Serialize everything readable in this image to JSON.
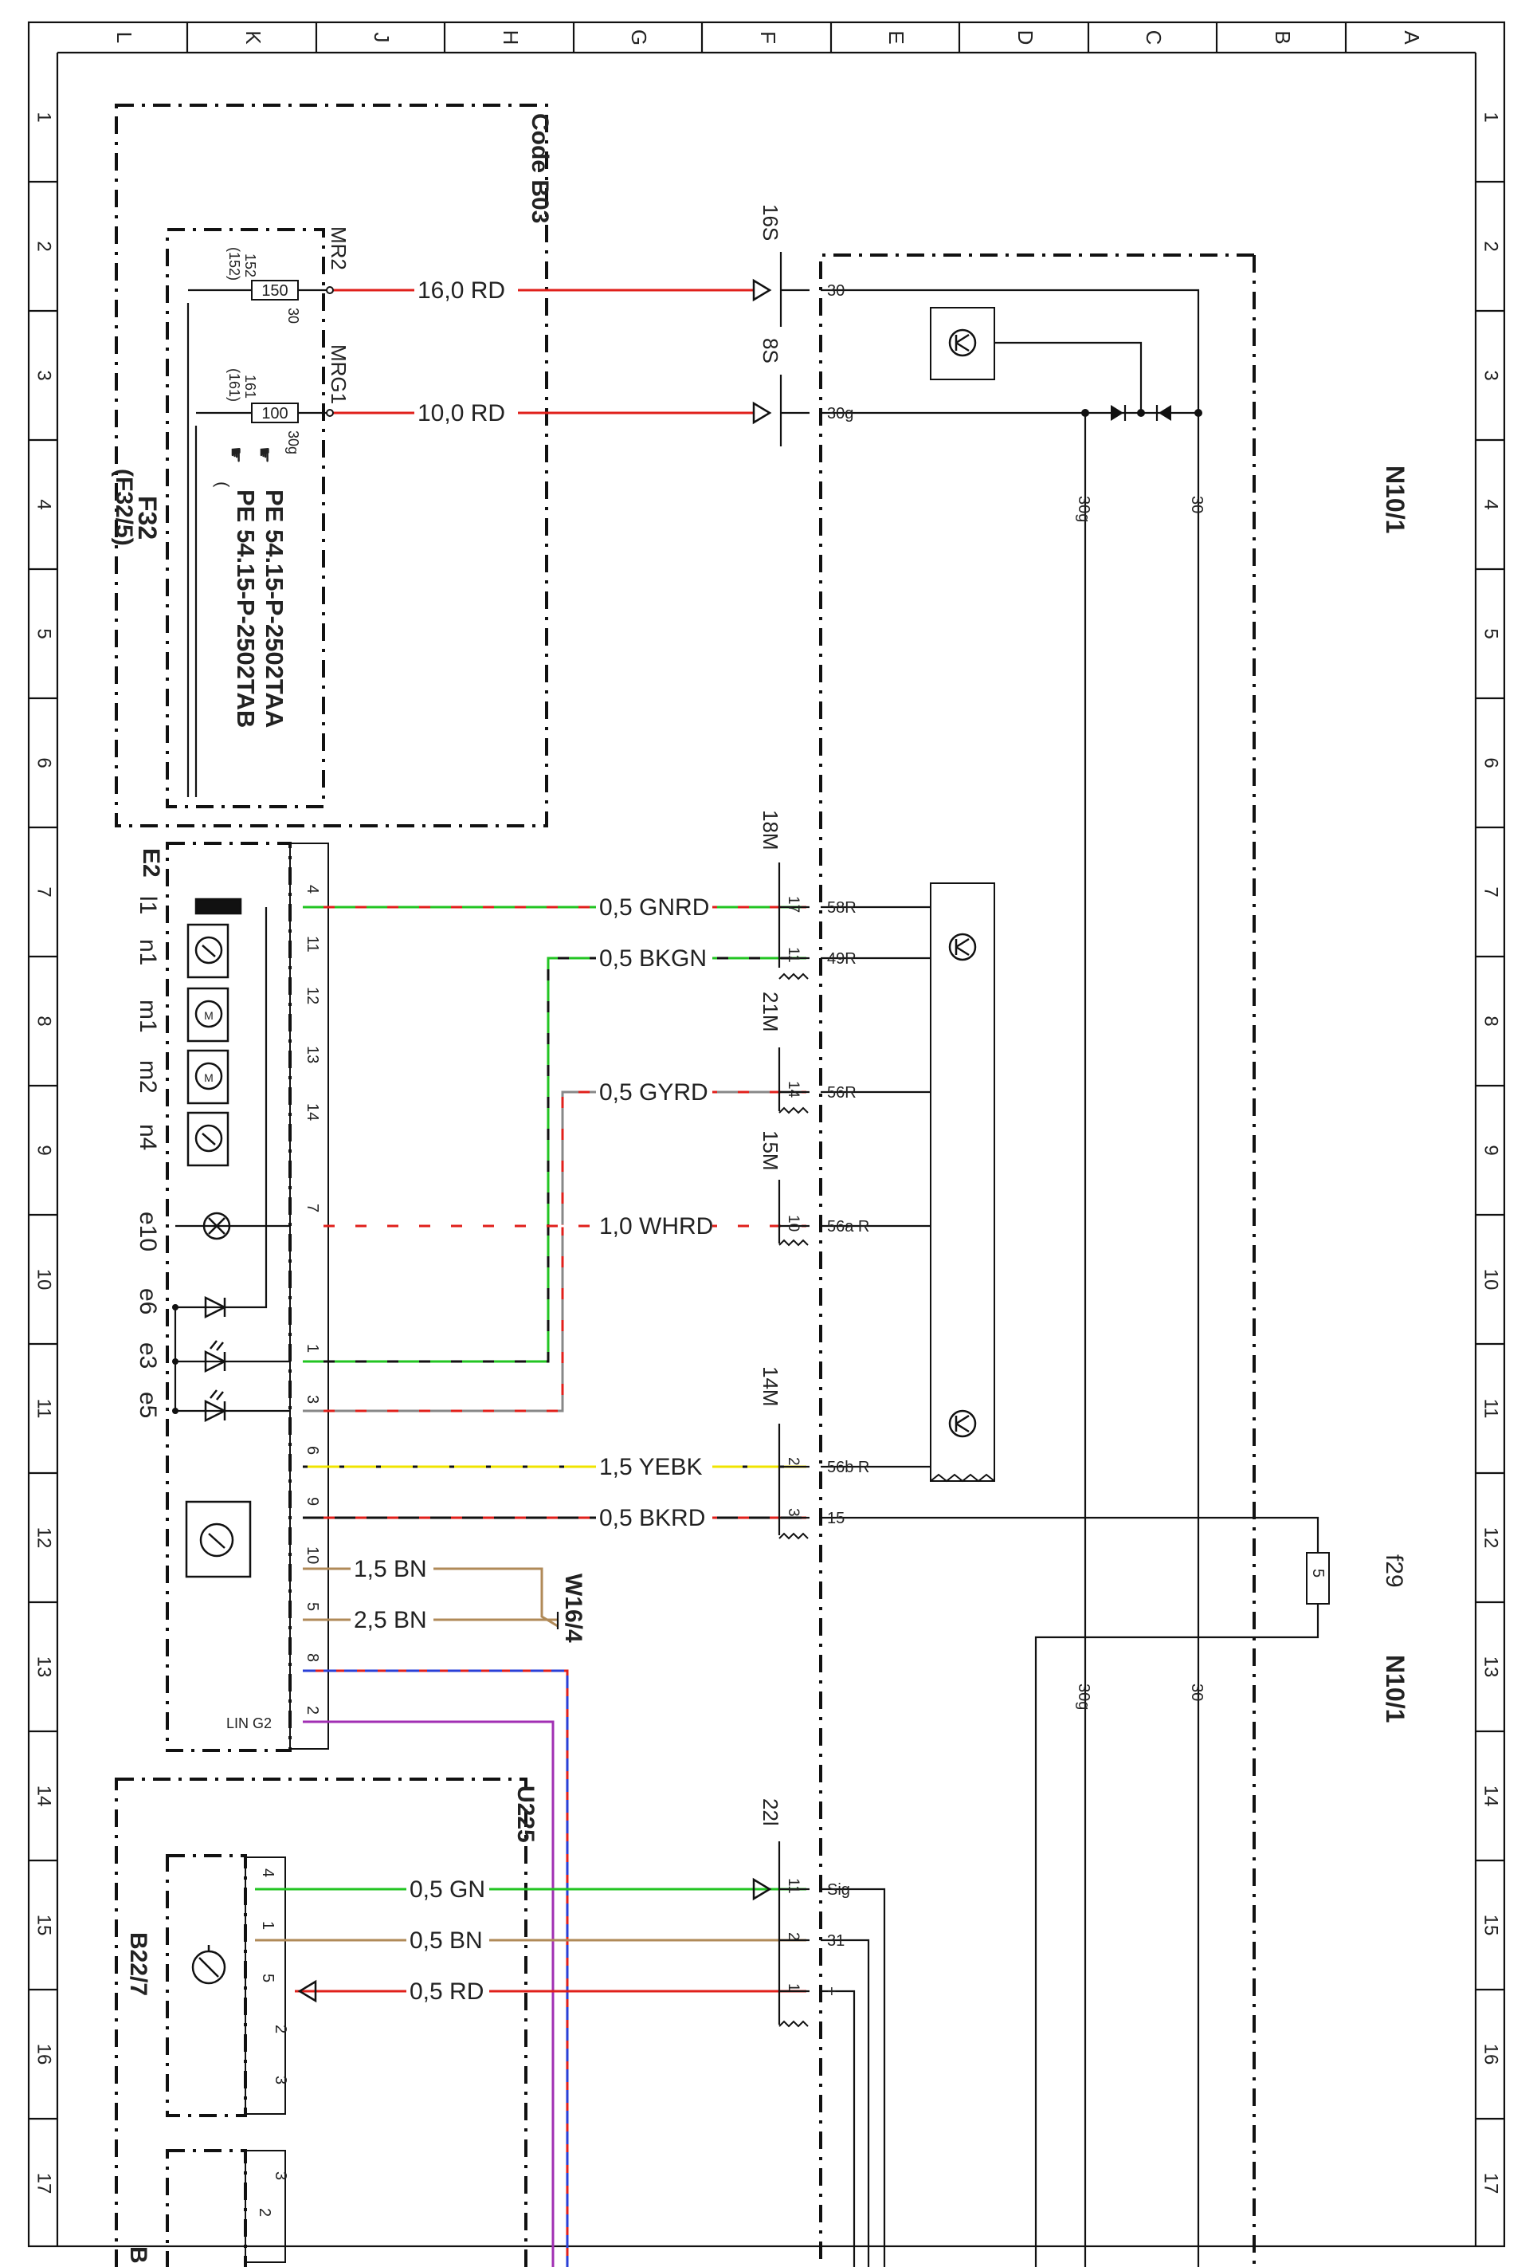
{
  "sheet": {
    "cols_top": [
      "L",
      "K",
      "J",
      "H",
      "G",
      "F",
      "E",
      "D",
      "C",
      "B",
      "A"
    ],
    "rows": [
      "1",
      "2",
      "3",
      "4",
      "5",
      "6",
      "7",
      "8",
      "9",
      "10",
      "11",
      "12",
      "13",
      "14",
      "15",
      "16",
      "17"
    ]
  },
  "labels": {
    "code_b03": "Code B03",
    "f32": "F32",
    "f32_sub": "(F32/5)",
    "pe1": "PE 54.15-P-2502TAA",
    "pe2": "PE 54.15-P-2502TAB",
    "mr2": "MR2",
    "mrg1": "MRG1",
    "e2": "E2",
    "u225": "U225",
    "b22_7": "B22/7",
    "b_partial": "B",
    "w16_4": "W16/4",
    "n10_1_top": "N10/1",
    "n10_1_bot": "N10/1",
    "f29": "f29"
  },
  "fuses": {
    "f150": {
      "value": "150",
      "pin_a": "152",
      "pin_b": "(152)",
      "term": "30"
    },
    "f100": {
      "value": "100",
      "pin_a": "161",
      "pin_b": "(161)",
      "term": "30g"
    },
    "f5": {
      "value": "5"
    }
  },
  "e2_labels": {
    "l1": "l1",
    "n1": "n1",
    "m1": "m1",
    "m2": "m2",
    "n4": "n4",
    "e10": "e10",
    "e6": "e6",
    "e3": "e3",
    "e5": "e5",
    "lin": "LIN G2"
  },
  "e2_pins": {
    "p4": "4",
    "p11": "11",
    "p12": "12",
    "p13": "13",
    "p14": "14",
    "p7": "7",
    "p1": "1",
    "p3": "3",
    "p6": "6",
    "p9": "9",
    "p10": "10",
    "p5": "5",
    "p8": "8",
    "p2": "2"
  },
  "b22_pins": {
    "p4": "4",
    "p1": "1",
    "p5": "5",
    "p2": "2",
    "p3": "3",
    "q3": "3",
    "q2": "2"
  },
  "connectors": {
    "c16s": "16S",
    "c8s": "8S",
    "c18m": "18M",
    "c21m": "21M",
    "c15m": "15M",
    "c14m": "14M",
    "c22l": "22l"
  },
  "conn_pins": {
    "p17": "17",
    "p11a": "11",
    "p14": "14",
    "p10": "10",
    "p2a": "2",
    "p3": "3",
    "p11b": "11",
    "p2b": "2",
    "p1": "1"
  },
  "wires": {
    "w1": "16,0 RD",
    "w2": "10,0 RD",
    "w3": "0,5 GNRD",
    "w4": "0,5 BKGN",
    "w5": "0,5 GYRD",
    "w6": "1,0 WHRD",
    "w7": "1,5 YEBK",
    "w8": "0,5 BKRD",
    "w9": "1,5 BN",
    "w10": "2,5 BN",
    "w11": "0,5 GN",
    "w12": "0,5 BN",
    "w13": "0,5 RD"
  },
  "n10_terms": {
    "t30": "30",
    "t30g": "30g",
    "t58r": "58R",
    "t49r": "49R",
    "t56r": "56R",
    "t56a": "56a R",
    "t56b": "56b R",
    "t15": "15",
    "sig": "Sig",
    "t31": "31",
    "plus": "+",
    "v30g": "30g",
    "v30": "30",
    "v30g_b": "30g",
    "v30_b": "30"
  },
  "colors": {
    "red": "#e0201b",
    "green": "#22c422",
    "yellow": "#f0e400",
    "brown": "#b08a58",
    "blue": "#2a3fd6",
    "purple": "#a12fb3",
    "black": "#111111"
  }
}
